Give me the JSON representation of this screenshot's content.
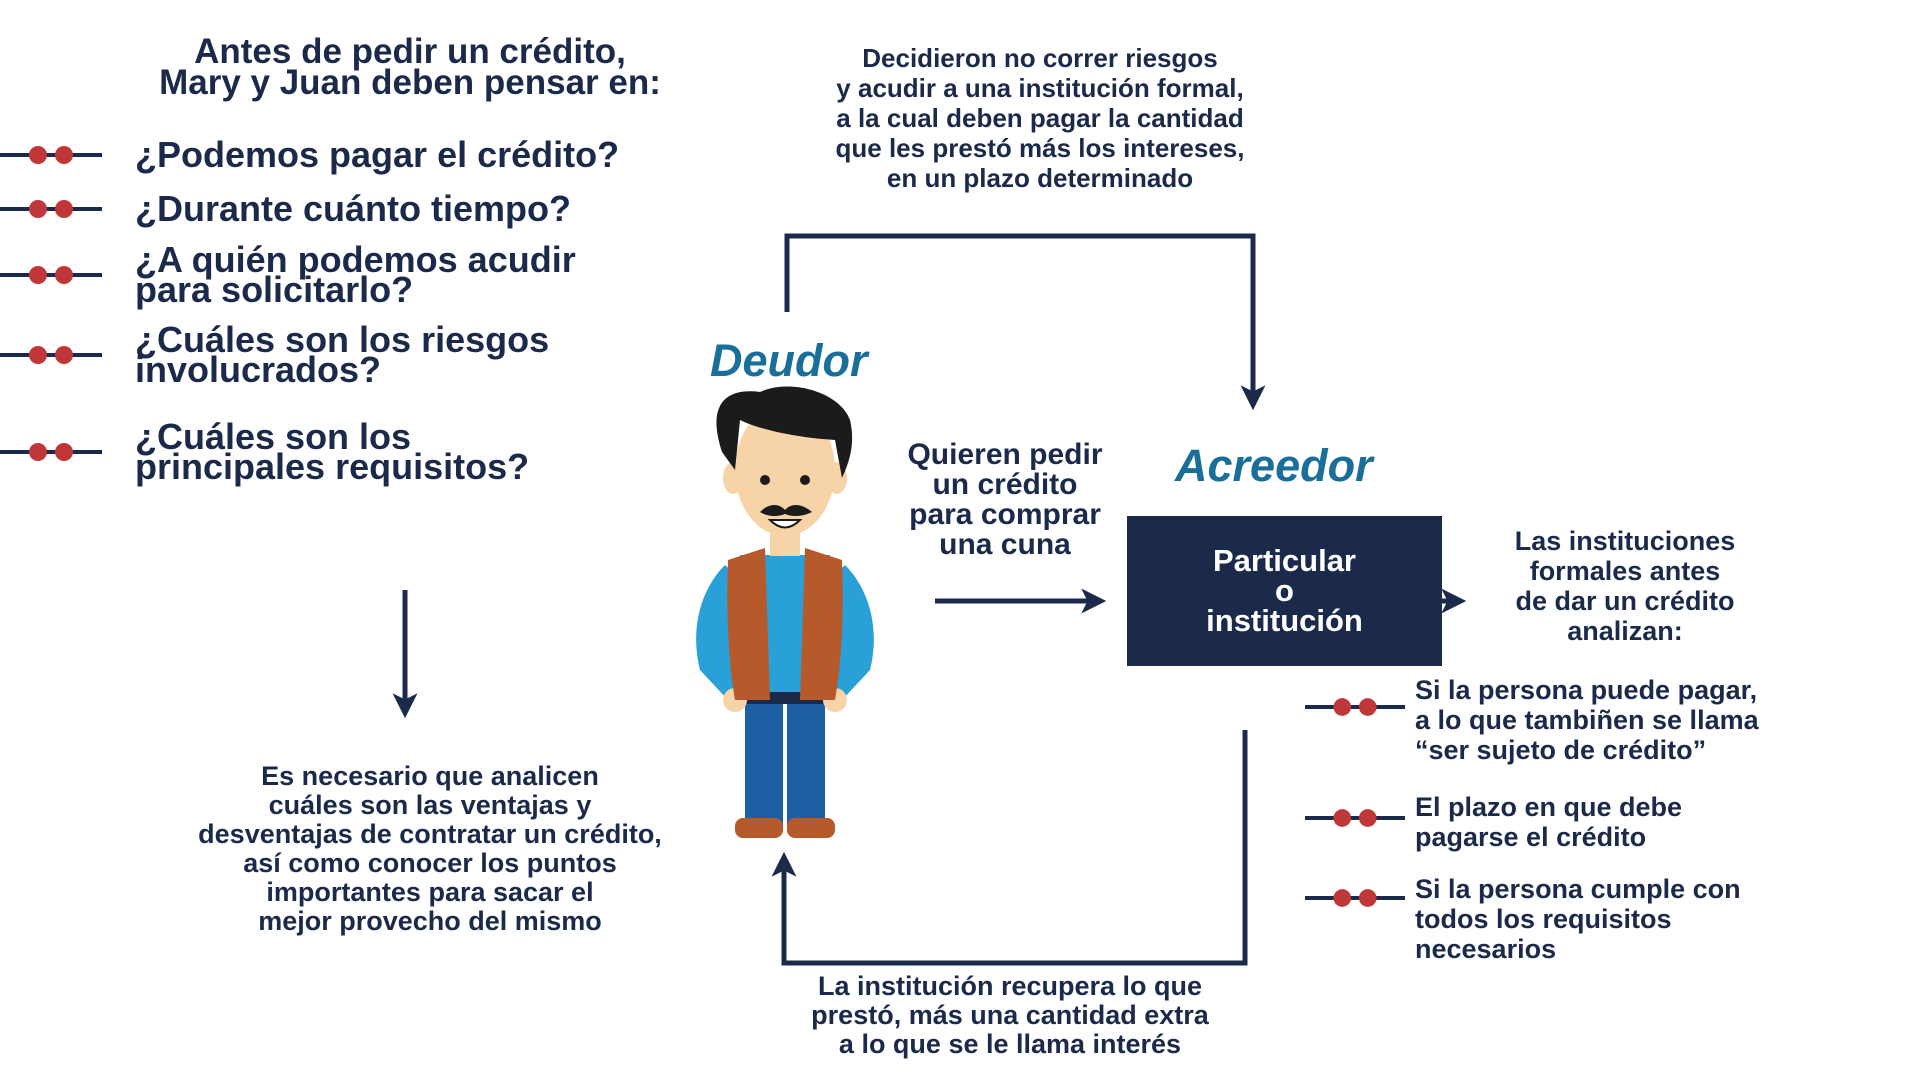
{
  "title": {
    "lines": [
      "Antes de pedir un crédito,",
      "Mary y Juan deben pensar en:"
    ]
  },
  "questions": [
    {
      "lines": [
        "¿Podemos pagar el crédito?"
      ]
    },
    {
      "lines": [
        "¿Durante cuánto tiempo?"
      ]
    },
    {
      "lines": [
        "¿A quién podemos acudir",
        "para solicitarlo?"
      ]
    },
    {
      "lines": [
        "¿Cuáles son los riesgos",
        "involucrados?"
      ]
    },
    {
      "lines": [
        "¿Cuáles son los",
        "principales requisitos?"
      ]
    }
  ],
  "decided_text": {
    "lines": [
      "Decidieron no correr riesgos",
      "y acudir a una institución formal,",
      "a la cual deben pagar la cantidad",
      "que les prestó más los intereses,",
      "en un plazo determinado"
    ]
  },
  "debtor_label": "Deudor",
  "creditor_label": "Acreedor",
  "want_text": {
    "lines": [
      "Quieren pedir",
      "un crédito",
      "para comprar",
      "una cuna"
    ]
  },
  "creditor_box": {
    "lines": [
      "Particular",
      "o",
      "institución"
    ]
  },
  "analyze_text": {
    "lines": [
      "Las instituciones",
      "formales antes",
      "de dar un crédito",
      "analizan:"
    ]
  },
  "analysis_items": [
    {
      "lines": [
        "Si la persona puede pagar,",
        "a lo que tambiñen se llama",
        "“ser sujeto de crédito”"
      ]
    },
    {
      "lines": [
        "El plazo en que debe",
        "pagarse el crédito"
      ]
    },
    {
      "lines": [
        "Si la persona cumple con",
        "todos los requisitos",
        "necesarios"
      ]
    }
  ],
  "necessary_text": {
    "lines": [
      "Es necesario que analicen",
      "cuáles son las ventajas y",
      "desventajas de contratar un crédito,",
      "así como conocer los puntos",
      "importantes para sacar el",
      "mejor provecho del mismo"
    ]
  },
  "recover_text": {
    "lines": [
      "La institución recupera lo que",
      "prestó, más una cantidad extra",
      "a lo que se le llama interés"
    ]
  },
  "colors": {
    "navy": "#1b2a4a",
    "bullet_red": "#c0373a",
    "label_blue": "#1a6e9a",
    "vest_orange": "#b75a2b",
    "shirt_blue": "#2aa0d8",
    "pants_blue": "#1d5fa3"
  },
  "icons": {
    "bullet": "red-double-dot-bullet-icon",
    "character": "man-with-mustache-illustration"
  }
}
